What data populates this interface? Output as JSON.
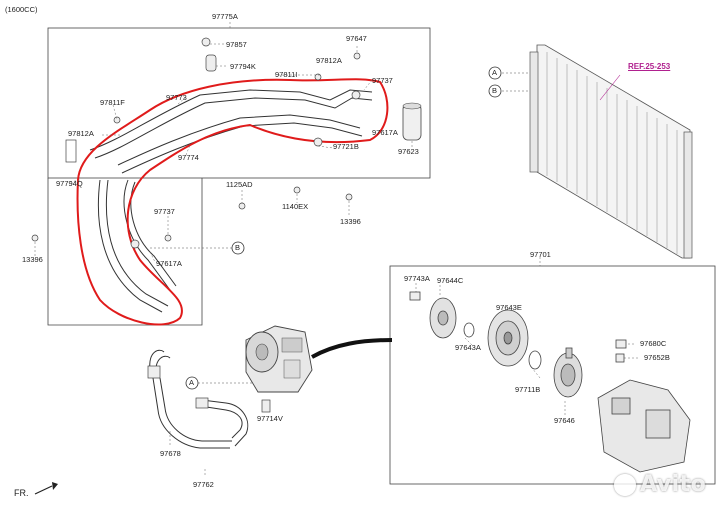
{
  "header": {
    "engine_note": "(1600CC)"
  },
  "labels": {
    "main_assembly": "97775A",
    "p97857": "97857",
    "p97794K": "97794K",
    "p97812A_top": "97812A",
    "p97811I": "97811I",
    "p97647": "97647",
    "p97737_top": "97737",
    "p97773": "97773",
    "p97617A_top": "97617A",
    "p97811F": "97811F",
    "p97812A_left": "97812A",
    "p97774": "97774",
    "p97721B": "97721B",
    "p97623": "97623",
    "p97794Q": "97794Q",
    "p1125AD": "1125AD",
    "p1140EX": "1140EX",
    "p13396_mid": "13396",
    "p97737_mid": "97737",
    "p13396_left": "13396",
    "p97617A_mid": "97617A",
    "ref": "REF.25-253",
    "compressor_kit": "97701",
    "p97743A": "97743A",
    "p97644C": "97644C",
    "p97643E": "97643E",
    "p97680C": "97680C",
    "p97652B": "97652B",
    "p97643A": "97643A",
    "p97711B": "97711B",
    "p97646": "97646",
    "p97714V": "97714V",
    "p97678": "97678",
    "p97762": "97762",
    "front_label": "FR."
  },
  "markers": {
    "a": "A",
    "b": "B"
  },
  "watermark": {
    "text": "Avito"
  },
  "colors": {
    "highlight": "#e01b1b",
    "line": "#333333",
    "ref": "#b0208f"
  }
}
